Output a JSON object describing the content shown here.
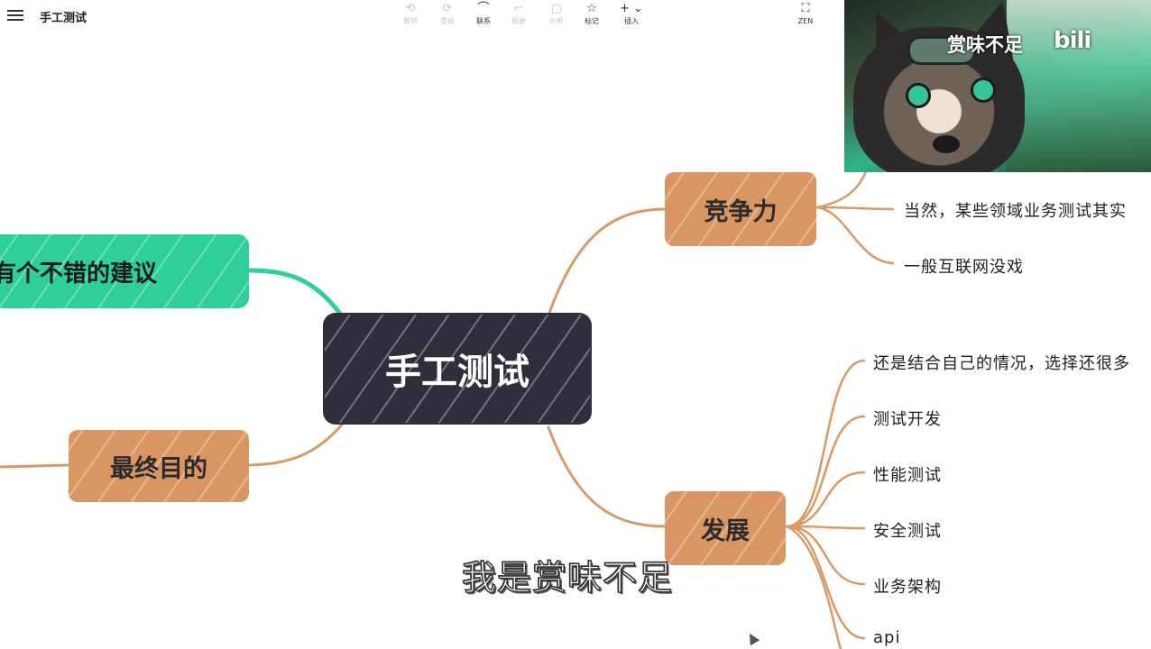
{
  "app": {
    "title": "手工测试"
  },
  "toolbar": [
    {
      "icon": "undo-icon",
      "glyph": "⟲",
      "label": "撤销",
      "enabled": false
    },
    {
      "icon": "redo-icon",
      "glyph": "⟳",
      "label": "重做",
      "enabled": false
    },
    {
      "icon": "link-icon",
      "glyph": "⌒",
      "label": "联系",
      "enabled": true
    },
    {
      "icon": "summary-icon",
      "glyph": "⌐",
      "label": "概要",
      "enabled": false
    },
    {
      "icon": "frame-icon",
      "glyph": "▢",
      "label": "外框",
      "enabled": false
    },
    {
      "icon": "star-icon",
      "glyph": "☆",
      "label": "标记",
      "enabled": true
    },
    {
      "icon": "insert-icon",
      "glyph": "+ ⌄",
      "label": "插入",
      "enabled": true
    },
    {
      "icon": "zen-icon",
      "glyph": "⛶",
      "label": "ZEN",
      "enabled": true
    }
  ],
  "mindmap": {
    "root": "手工测试",
    "left": [
      {
        "label": "有个不错的建议",
        "color": "#2ecf9a"
      },
      {
        "label": "最终目的",
        "color": "#d99562"
      }
    ],
    "right": [
      {
        "label": "竞争力",
        "children": [
          "当然，某些领域业务测试其实",
          "一般互联网没戏"
        ]
      },
      {
        "label": "发展",
        "children": [
          "还是结合自己的情况，选择还很多",
          "测试开发",
          "性能测试",
          "安全测试",
          "业务架构",
          "api"
        ]
      }
    ]
  },
  "video": {
    "overlay_text": "赏味不足",
    "logo_text": "bili"
  },
  "subtitle": "我是赏味不足",
  "colors": {
    "root": "#2f2f3b",
    "orange": "#d99562",
    "green": "#2ecf9a",
    "link_orange": "#d89a66",
    "link_green": "#2ecf9a"
  }
}
